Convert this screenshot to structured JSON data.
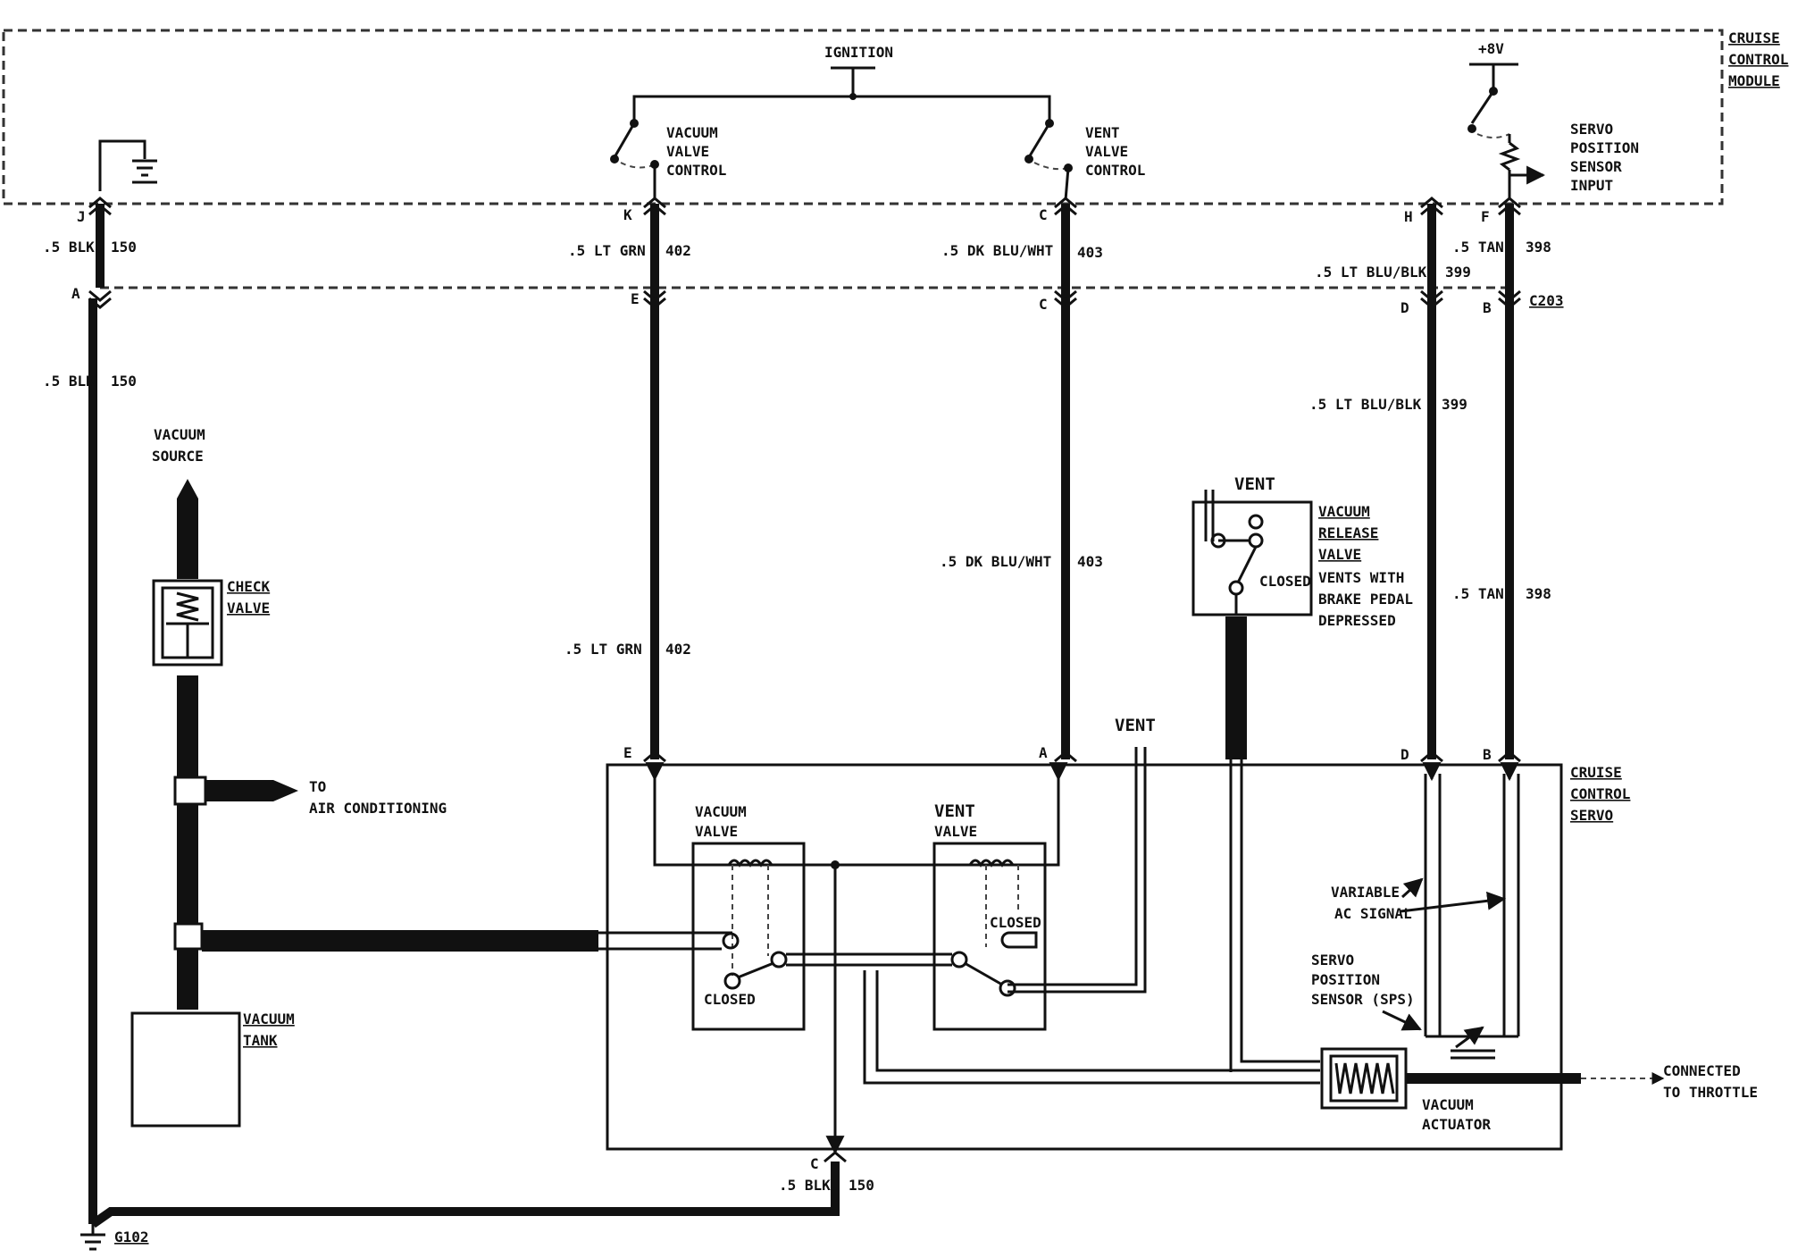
{
  "module": {
    "title_lines": [
      "CRUISE",
      "CONTROL",
      "MODULE"
    ],
    "ignition_label": "IGNITION",
    "plus8v_label": "+8V",
    "vacuum_valve_control_lines": [
      "VACUUM",
      "VALVE",
      "CONTROL"
    ],
    "vent_valve_control_lines": [
      "VENT",
      "VALVE",
      "CONTROL"
    ],
    "servo_position_sensor_input_lines": [
      "SERVO",
      "POSITION",
      "SENSOR",
      "INPUT"
    ]
  },
  "pins": {
    "module": [
      "J",
      "K",
      "C",
      "H",
      "F"
    ],
    "connector": [
      "A",
      "E",
      "C",
      "D",
      "B"
    ],
    "servo": [
      "E",
      "A",
      "D",
      "B"
    ],
    "ground_splice": "C"
  },
  "connector_id": "C203",
  "ground_id": "G102",
  "wires": [
    {
      "size_color": ".5 BLK",
      "circuit": "150"
    },
    {
      "size_color": ".5 LT GRN",
      "circuit": "402"
    },
    {
      "size_color": ".5 DK BLU/WHT",
      "circuit": "403"
    },
    {
      "size_color": ".5 LT BLU/BLK",
      "circuit": "399"
    },
    {
      "size_color": ".5 TAN",
      "circuit": "398"
    }
  ],
  "labels": {
    "vacuum_source": [
      "VACUUM",
      "SOURCE"
    ],
    "check_valve": [
      "CHECK",
      "VALVE"
    ],
    "to_air_conditioning": [
      "TO",
      "AIR CONDITIONING"
    ],
    "vacuum_tank": [
      "VACUUM",
      "TANK"
    ],
    "vent_top": "VENT",
    "vacuum_release_valve": [
      "VACUUM",
      "RELEASE",
      "VALVE"
    ],
    "vents_with_brake": [
      "VENTS WITH",
      "BRAKE PEDAL",
      "DEPRESSED"
    ],
    "closed": "CLOSED",
    "vent_mid": "VENT",
    "cruise_control_servo": [
      "CRUISE",
      "CONTROL",
      "SERVO"
    ],
    "vacuum_valve": [
      "VACUUM",
      "VALVE"
    ],
    "vent_valve": [
      "VENT",
      "VALVE"
    ],
    "variable_ac_signal": [
      "VARIABLE",
      "AC SIGNAL"
    ],
    "servo_position_sensor": [
      "SERVO",
      "POSITION",
      "SENSOR (SPS)"
    ],
    "vacuum_actuator": [
      "VACUUM",
      "ACTUATOR"
    ],
    "connected_to_throttle": [
      "CONNECTED",
      "TO THROTTLE"
    ]
  }
}
